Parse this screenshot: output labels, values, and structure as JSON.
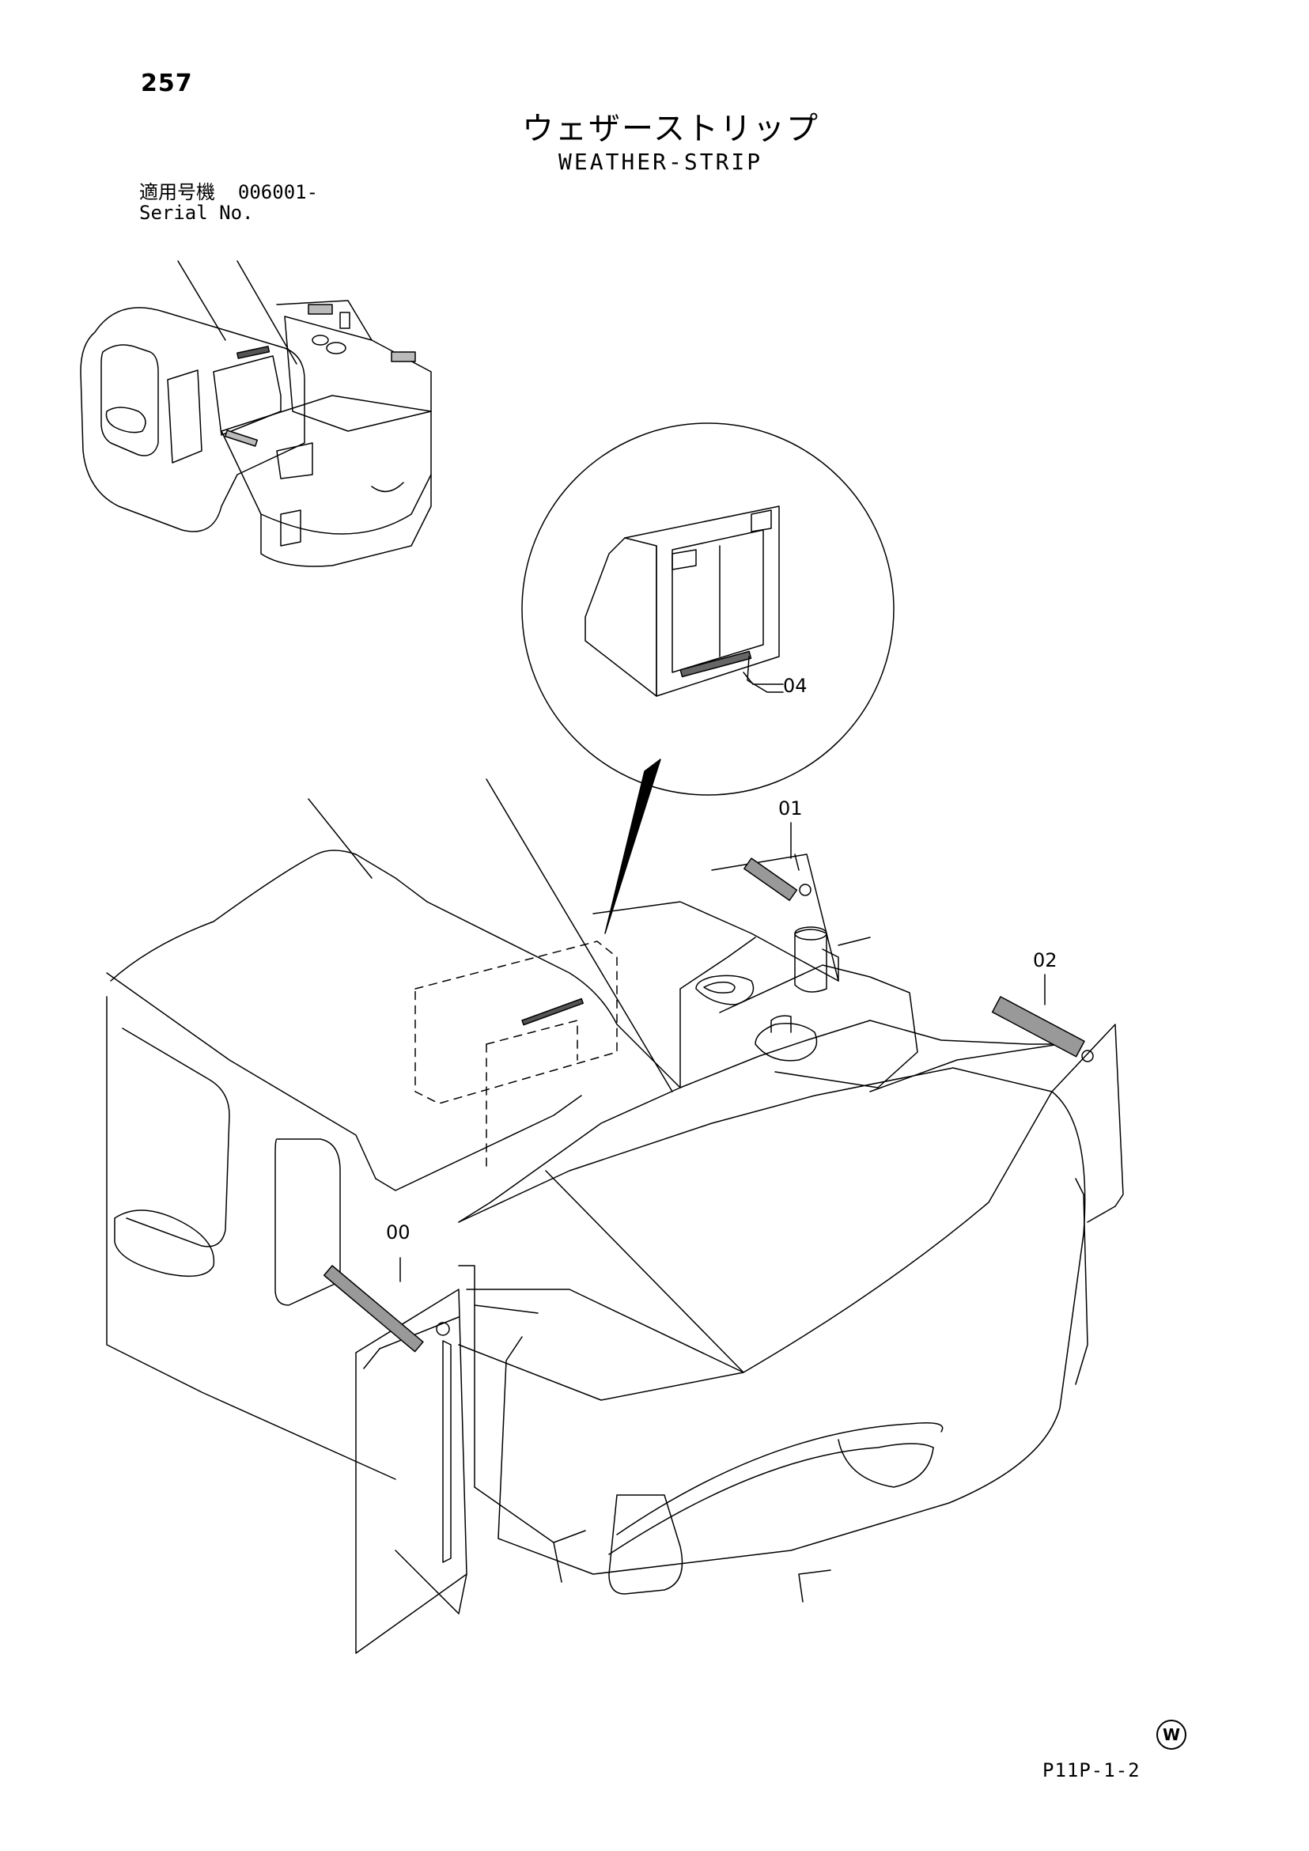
{
  "page": {
    "number": "257",
    "title_jp": "ウェザーストリップ",
    "title_en": "WEATHER-STRIP",
    "serial_label_jp": "適用号機",
    "serial_value": "006001-",
    "serial_label_en": "Serial No.",
    "page_code": "P11P-1-2",
    "logo_letter": "W"
  },
  "callouts": [
    {
      "id": "00",
      "label": "00"
    },
    {
      "id": "01",
      "label": "01"
    },
    {
      "id": "02",
      "label": "02"
    },
    {
      "id": "04",
      "label": "04"
    }
  ],
  "icons": {
    "footer_mark": "circled-w-logo-icon"
  }
}
